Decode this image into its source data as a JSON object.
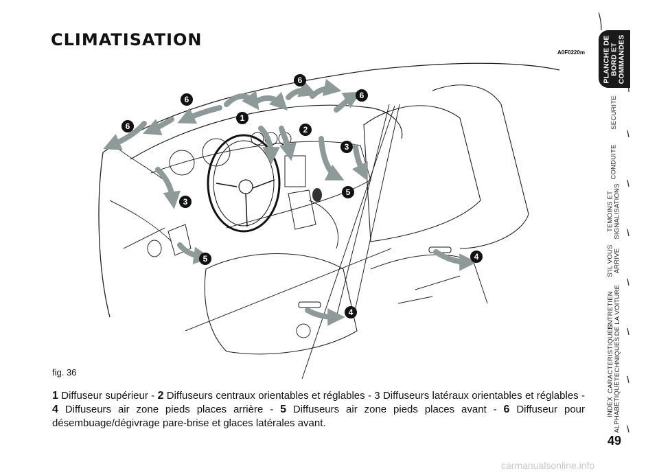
{
  "page": {
    "title": "CLIMATISATION",
    "figure_code": "A0F0220m",
    "figure_label": "fig. 36",
    "page_number": "49",
    "watermark": "carmanualsonline.info"
  },
  "callouts": [
    "1",
    "2",
    "3",
    "3",
    "4",
    "4",
    "5",
    "5",
    "6",
    "6",
    "6",
    "6"
  ],
  "caption": [
    {
      "num": "1",
      "text": " Diffuseur supérieur - "
    },
    {
      "num": "2",
      "text": " Diffuseurs centraux orientables et réglables - 3 Diffuseurs latéraux orientables et réglables - "
    },
    {
      "num": "4",
      "text": " Diffuseurs air zone pieds places arrière - "
    },
    {
      "num": "5",
      "text": " Diffuseurs air zone pieds places avant - "
    },
    {
      "num": "6",
      "text": " Diffuseur pour désembuage/dégivrage pare-brise et glaces latérales avant."
    }
  ],
  "nav_tabs": [
    {
      "lines": [
        "PLANCHE DE",
        "BORD ET",
        "COMMANDES"
      ],
      "active": true
    },
    {
      "lines": [
        "SECURITE"
      ],
      "active": false
    },
    {
      "lines": [
        "CONDUITE"
      ],
      "active": false
    },
    {
      "lines": [
        "TEMOINS ET",
        "SIGNALISATIONS"
      ],
      "active": false
    },
    {
      "lines": [
        "S'IL VOUS",
        "ARRIVE"
      ],
      "active": false
    },
    {
      "lines": [
        "ENTRETIEN",
        "DE LA VOITURE"
      ],
      "active": false
    },
    {
      "lines": [
        "CARACTERISTIQUES",
        "TECHNIQUES"
      ],
      "active": false
    },
    {
      "lines": [
        "INDEX",
        "ALPHABETIQUE"
      ],
      "active": false
    }
  ],
  "colors": {
    "arrow": "#8e9a99",
    "ink": "#111111",
    "tab_active": "#1a1a1a"
  }
}
